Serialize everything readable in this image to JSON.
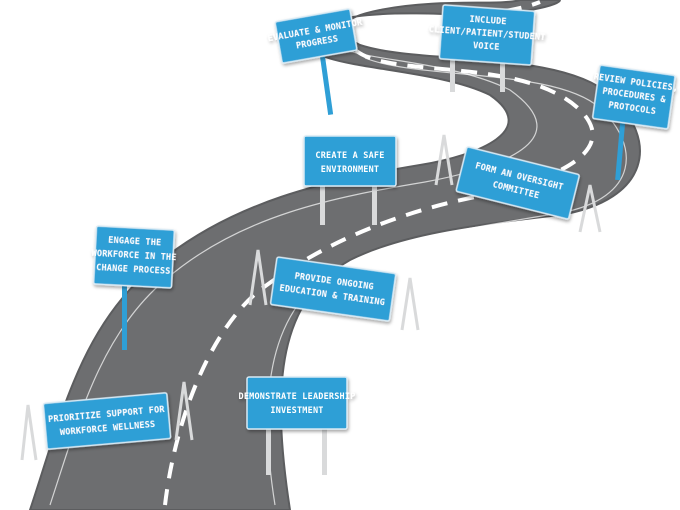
{
  "signs": {
    "evaluate": {
      "line1": "Evaluate & Monitor",
      "line2": "Progress"
    },
    "include": {
      "line1": "Include",
      "line2": "Client/Patient/Student",
      "line3": "Voice"
    },
    "review": {
      "line1": "Review Policies,",
      "line2": "Procedures &",
      "line3": "Protocols"
    },
    "safe": {
      "line1": "Create a Safe",
      "line2": "Environment"
    },
    "oversight": {
      "line1": "Form an Oversight",
      "line2": "Committee"
    },
    "engage": {
      "line1": "Engage the",
      "line2": "Workforce in the",
      "line3": "Change Process"
    },
    "education": {
      "line1": "Provide Ongoing",
      "line2": "Education & Training"
    },
    "leadership": {
      "line1": "Demonstrate Leadership",
      "line2": "Investment"
    },
    "prioritize": {
      "line1": "Prioritize Support for",
      "line2": "Workforce Wellness"
    }
  },
  "colors": {
    "road": "#6d6e70",
    "road_edge": "#5c5d5f",
    "lane_marking": "#ffffff",
    "sign_fill": "#2f9fd6",
    "sign_border": "#d8eaf4",
    "post": "#d9dadb"
  }
}
